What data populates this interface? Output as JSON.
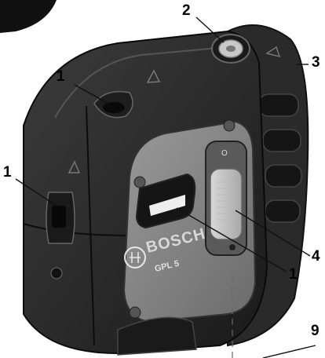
{
  "product": {
    "brand": "BOSCH",
    "model": "GPL 5",
    "indicator_mark": "O"
  },
  "callouts": [
    {
      "label": "1",
      "part": "laser-exit-top"
    },
    {
      "label": "2",
      "part": "laser-exit-up"
    },
    {
      "label": "3",
      "part": "rubber-bumper"
    },
    {
      "label": "1",
      "part": "laser-exit-side"
    },
    {
      "label": "4",
      "part": "on-off-switch"
    },
    {
      "label": "1",
      "part": "laser-exit-front"
    },
    {
      "label": "9",
      "part": "laser-beam"
    }
  ]
}
